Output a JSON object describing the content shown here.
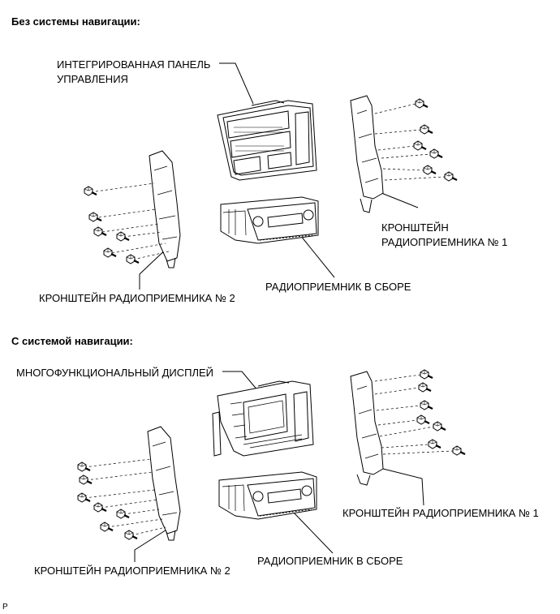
{
  "section_without_nav": {
    "heading": "Без системы навигации:",
    "labels": {
      "panel_line1": "ИНТЕГРИРОВАННАЯ ПАНЕЛЬ",
      "panel_line2": "УПРАВЛЕНИЯ",
      "bracket1_line1": "КРОНШТЕЙН",
      "bracket1_line2": "РАДИОПРИЕМНИКА № 1",
      "radio": "РАДИОПРИЕМНИК В СБОРЕ",
      "bracket2": "КРОНШТЕЙН РАДИОПРИЕМНИКА № 2"
    }
  },
  "section_with_nav": {
    "heading": "С системой навигации:",
    "labels": {
      "display": "МНОГОФУНКЦИОНАЛЬНЫЙ ДИСПЛЕЙ",
      "bracket1": "КРОНШТЕЙН РАДИОПРИЕМНИКА № 1",
      "radio": "РАДИОПРИЕМНИК В СБОРЕ",
      "bracket2": "КРОНШТЕЙН РАДИОПРИЕМНИКА № 2"
    }
  },
  "figure_ref": "P"
}
